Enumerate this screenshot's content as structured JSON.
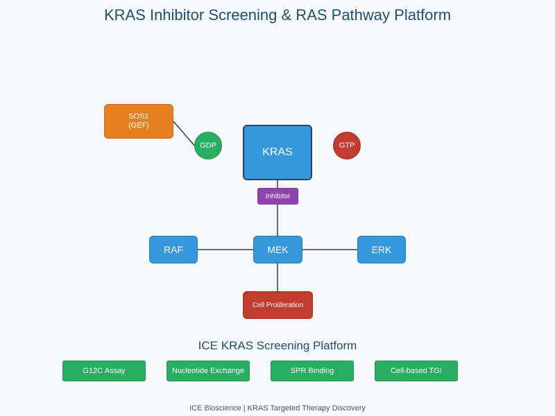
{
  "title": "KRAS Inhibitor Screening & RAS Pathway Platform",
  "nodes": {
    "sos1_line1": "SOS1",
    "sos1_line2": "(GEF)",
    "gdp": "GDP",
    "kras": "KRAS",
    "gtp": "GTP",
    "inhibitor": "Inhibitor",
    "raf": "RAF",
    "mek": "MEK",
    "erk": "ERK",
    "cell_proliferation": "Cell Proliferation"
  },
  "platform": {
    "title": "ICE KRAS Screening Platform",
    "buttons": [
      "G12C Assay",
      "Nucleotide Exchange",
      "SPR Binding",
      "Cell-based TGI"
    ]
  },
  "footer": "ICE Bioscience | KRAS Targeted Therapy Discovery",
  "colors": {
    "blue": "#3597dc",
    "orange": "#e67e22",
    "red": "#c23b2e",
    "green": "#27ae60",
    "purple": "#8e44ad",
    "title": "#1f4e73"
  }
}
